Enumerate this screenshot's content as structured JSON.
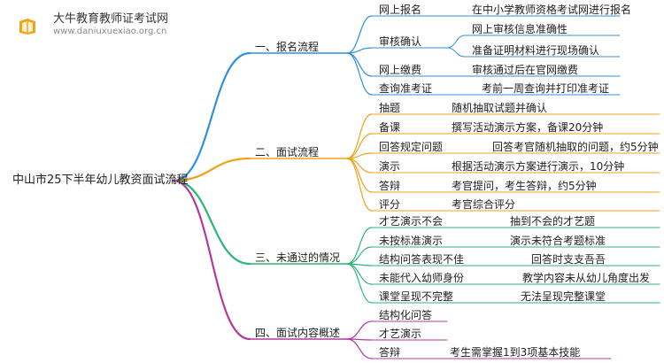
{
  "watermark": {
    "site_name": "大牛教育教师证考试网",
    "site_url": "www.daniuxuexiao.org.cn"
  },
  "root": "中山市25下半年幼儿教资面试流程",
  "colors": {
    "branch1": "#2f8fe0",
    "branch2": "#f0a21a",
    "branch3": "#2bb673",
    "branch4": "#b03aa0"
  },
  "branches": [
    {
      "label": "一、报名流程",
      "items": [
        {
          "label": "网上报名",
          "desc": [
            "在中小学教师资格考试网进行报名"
          ]
        },
        {
          "label": "审核确认",
          "desc": [
            "网上审核信息准确性",
            "准备证明材料进行现场确认"
          ]
        },
        {
          "label": "网上缴费",
          "desc": [
            "审核通过后在官网缴费"
          ]
        },
        {
          "label": "查询准考证",
          "desc": [
            "考前一周查询并打印准考证"
          ]
        }
      ]
    },
    {
      "label": "二、面试流程",
      "items": [
        {
          "label": "抽题",
          "desc": [
            "随机抽取试题并确认"
          ]
        },
        {
          "label": "备课",
          "desc": [
            "撰写活动演示方案，备课20分钟"
          ]
        },
        {
          "label": "回答规定问题",
          "desc": [
            "回答考官随机抽取的问题，约5分钟"
          ]
        },
        {
          "label": "演示",
          "desc": [
            "根据活动演示方案进行演示，10分钟"
          ]
        },
        {
          "label": "答辩",
          "desc": [
            "考官提问，考生答辩，约5分钟"
          ]
        },
        {
          "label": "评分",
          "desc": [
            "考官综合评分"
          ]
        }
      ]
    },
    {
      "label": "三、未通过的情况",
      "items": [
        {
          "label": "才艺演示不会",
          "desc": [
            "抽到不会的才艺题"
          ]
        },
        {
          "label": "未按标准演示",
          "desc": [
            "演示未符合考题标准"
          ]
        },
        {
          "label": "结构问答表现不佳",
          "desc": [
            "回答时支支吾吾"
          ]
        },
        {
          "label": "未能代入幼师身份",
          "desc": [
            "教学内容未从幼儿角度出发"
          ]
        },
        {
          "label": "课堂呈现不完整",
          "desc": [
            "无法呈现完整课堂"
          ]
        }
      ]
    },
    {
      "label": "四、面试内容概述",
      "items": [
        {
          "label": "结构化问答",
          "desc": []
        },
        {
          "label": "才艺演示",
          "desc": []
        },
        {
          "label": "答辩",
          "desc": [
            "考生需掌握1到3项基本技能"
          ]
        }
      ]
    }
  ]
}
